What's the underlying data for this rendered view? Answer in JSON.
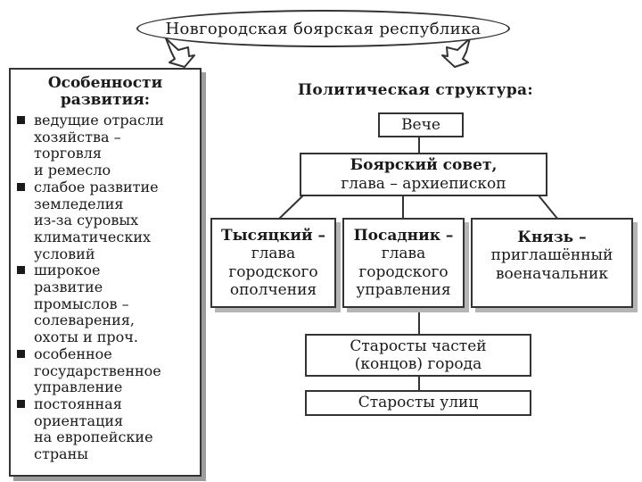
{
  "title": "Новгородская боярская республика",
  "features": {
    "heading_lines": [
      "Особенности",
      "развития:"
    ],
    "items": [
      {
        "lines": [
          "ведущие отрасли",
          "хозяйства –",
          "торговля",
          "и ремесло"
        ]
      },
      {
        "lines": [
          "слабое развитие",
          "земледелия",
          "из-за суровых",
          "климатических",
          "условий"
        ]
      },
      {
        "lines": [
          "широкое",
          "развитие",
          "промыслов –",
          "солеварения,",
          "охоты и проч."
        ]
      },
      {
        "lines": [
          "особенное",
          "государственное",
          "управление"
        ]
      },
      {
        "lines": [
          "постоянная",
          "ориентация",
          "на европейские",
          "страны"
        ]
      }
    ]
  },
  "structure": {
    "heading": "Политическая структура:",
    "veche": "Вече",
    "council": {
      "title": "Боярский совет,",
      "subtitle": "глава – архиепископ"
    },
    "tysyatsky": {
      "title": "Тысяцкий –",
      "lines": [
        "глава",
        "городского",
        "ополчения"
      ]
    },
    "posadnik": {
      "title": "Посадник –",
      "lines": [
        "глава",
        "городского",
        "управления"
      ]
    },
    "knyaz": {
      "title": "Князь –",
      "lines": [
        "приглашённый",
        "военачальник"
      ]
    },
    "konets_elders": {
      "lines": [
        "Старосты частей",
        "(концов) города"
      ]
    },
    "street_elders": "Старосты улиц"
  }
}
